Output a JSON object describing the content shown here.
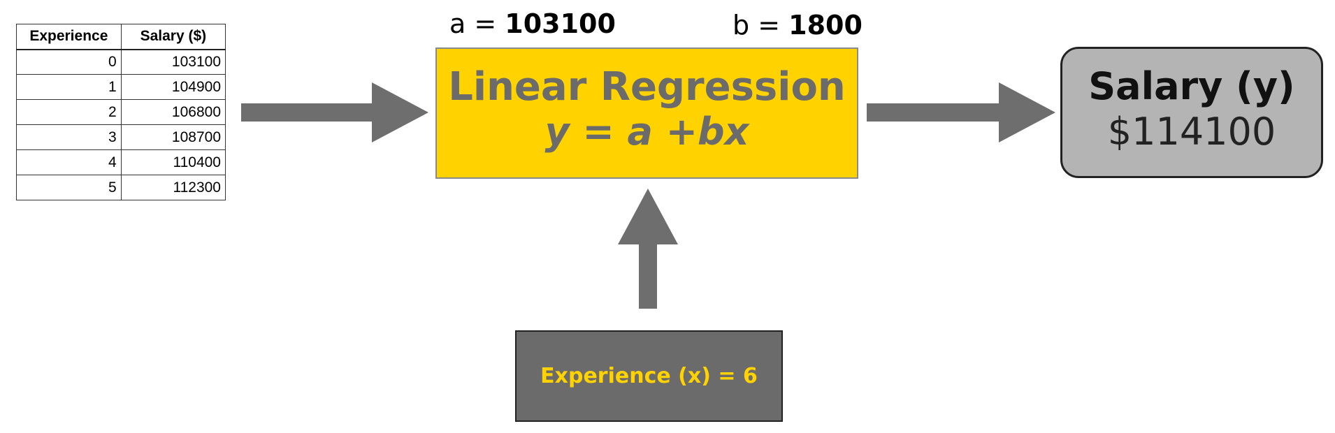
{
  "table": {
    "headers": [
      "Experience",
      "Salary ($)"
    ],
    "rows": [
      [
        "0",
        "103100"
      ],
      [
        "1",
        "104900"
      ],
      [
        "2",
        "106800"
      ],
      [
        "3",
        "108700"
      ],
      [
        "4",
        "110400"
      ],
      [
        "5",
        "112300"
      ]
    ]
  },
  "params": {
    "a_label": "a = ",
    "a_value": "103100",
    "b_label": "b = ",
    "b_value": "1800"
  },
  "model": {
    "title": "Linear Regression",
    "formula": "y = a +bx"
  },
  "output": {
    "title": "Salary (y)",
    "value": "$114100"
  },
  "input": {
    "label": "Experience (x) = 6"
  },
  "colors": {
    "model_fill": "#ffd200",
    "model_text": "#6b6b6b",
    "arrow": "#6e6e6e",
    "output_fill": "#b4b4b4",
    "input_fill": "#6b6b6b",
    "input_text": "#ffd200"
  },
  "icons": {
    "arrow_table_to_model": "arrow-right-icon",
    "arrow_model_to_output": "arrow-right-icon",
    "arrow_input_to_model": "arrow-up-icon"
  }
}
